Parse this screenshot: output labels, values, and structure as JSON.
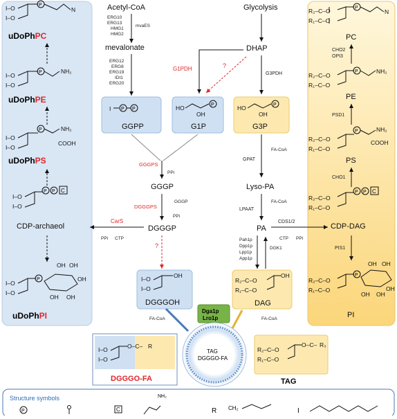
{
  "colors": {
    "red": "#e0262a",
    "left_panel": "#d9e6f4",
    "blue_box": "#cfe0f3",
    "yellow_box": "#fde9b0",
    "right_panel_top": "#fff6d8",
    "right_panel_bottom": "#fbd77a",
    "green_box": "#78b347",
    "legend_border": "#4a78b6",
    "legend_title": "#2f6db5"
  },
  "left_panel": {
    "labels": [
      {
        "prefix": "uDoPh",
        "suffix": "PC"
      },
      {
        "prefix": "uDoPh",
        "suffix": "PE"
      },
      {
        "prefix": "uDoPh",
        "suffix": "PS"
      },
      {
        "prefix": "",
        "suffix": ""
      },
      {
        "prefix": "uDoPh",
        "suffix": "PI"
      }
    ],
    "cdp_archaeol": "CDP-archaeol",
    "chem": {
      "pc_n": "N",
      "pe_nh2": "NH₂",
      "ps_nh2": "NH₂",
      "ps_cooh": "COOH",
      "oh1": "OH",
      "oh2": "OH",
      "oh3": "OH",
      "oh4": "OH",
      "oh5": "OH"
    }
  },
  "center_left": {
    "acetyl_coa": "Acetyl-CoA",
    "enzymes_1": [
      "ERG10",
      "ERG13",
      "HMG1",
      "HMG2"
    ],
    "mvaES": "mvaES",
    "mevalonate": "mevalonate",
    "enzymes_2": [
      "ERG12",
      "ERG8",
      "ERG19",
      "IDI1",
      "ERG20"
    ],
    "ggpp": "GGPP",
    "g1p": "G1P",
    "g1pdh": "G1PDH",
    "question1": "?",
    "gggps": "GGGPS",
    "ppi1": "PPi",
    "gggp": "GGGP",
    "dgggps": "DGGGPS",
    "gggp_sub": "GGGP",
    "ppi2": "PPi",
    "dgggp": "DGGGP",
    "cars": "CarS",
    "ppi3": "PPi",
    "ctp1": "CTP",
    "question2": "?",
    "dgggoh": "DGGGOH",
    "facoa_left": "FA-CoA",
    "oh": "OH"
  },
  "center_right": {
    "glycolysis": "Glycolysis",
    "dhap": "DHAP",
    "g3pdh": "G3PDH",
    "g3p": "G3P",
    "facoa1": "FA-CoA",
    "gpat": "GPAT",
    "lyso_pa": "Lyso-PA",
    "facoa2": "FA-CoA",
    "lpaat": "LPAAT",
    "pa": "PA",
    "pa_enzymes": [
      "Pah1p",
      "Dpp1p",
      "Lpp1p",
      "App1p"
    ],
    "dgk1": "DGK1",
    "cds": "CDS1/2",
    "ctp2": "CTP",
    "ppi4": "PPi",
    "dag": "DAG",
    "facoa_right": "FA-CoA",
    "dga1p": "Dga1p",
    "lro1p": "Lro1p",
    "tag_inner": "TAG",
    "dgggofa_inner": "DGGGO-FA",
    "oh": "OH",
    "r1": "R₁",
    "r2": "R₂"
  },
  "right_panel": {
    "pc": "PC",
    "cho2": "CHO2",
    "opi3": "OPI3",
    "pe": "PE",
    "psd1": "PSD1",
    "ps": "PS",
    "cho1": "CHO1",
    "cdp_dag": "CDP-DAG",
    "pis1": "PIS1",
    "pi": "PI",
    "chem": {
      "pc_n": "N",
      "pe_nh2": "NH₂",
      "ps_nh2": "NH₂",
      "ps_cooh": "COOH",
      "r1": "R₁",
      "r2": "R₂",
      "oh1": "OH",
      "oh2": "OH",
      "oh3": "OH",
      "oh4": "OH",
      "oh5": "OH"
    }
  },
  "bottom": {
    "dgggo_fa": "DGGGO-FA",
    "tag": "TAG",
    "r": "R",
    "r3": "R₃",
    "r1": "R₁",
    "r2": "R₂"
  },
  "legend": {
    "title": "Structure symbols",
    "items": [
      "P",
      "C",
      "NH₂",
      "R",
      "CH₂",
      "I"
    ]
  }
}
